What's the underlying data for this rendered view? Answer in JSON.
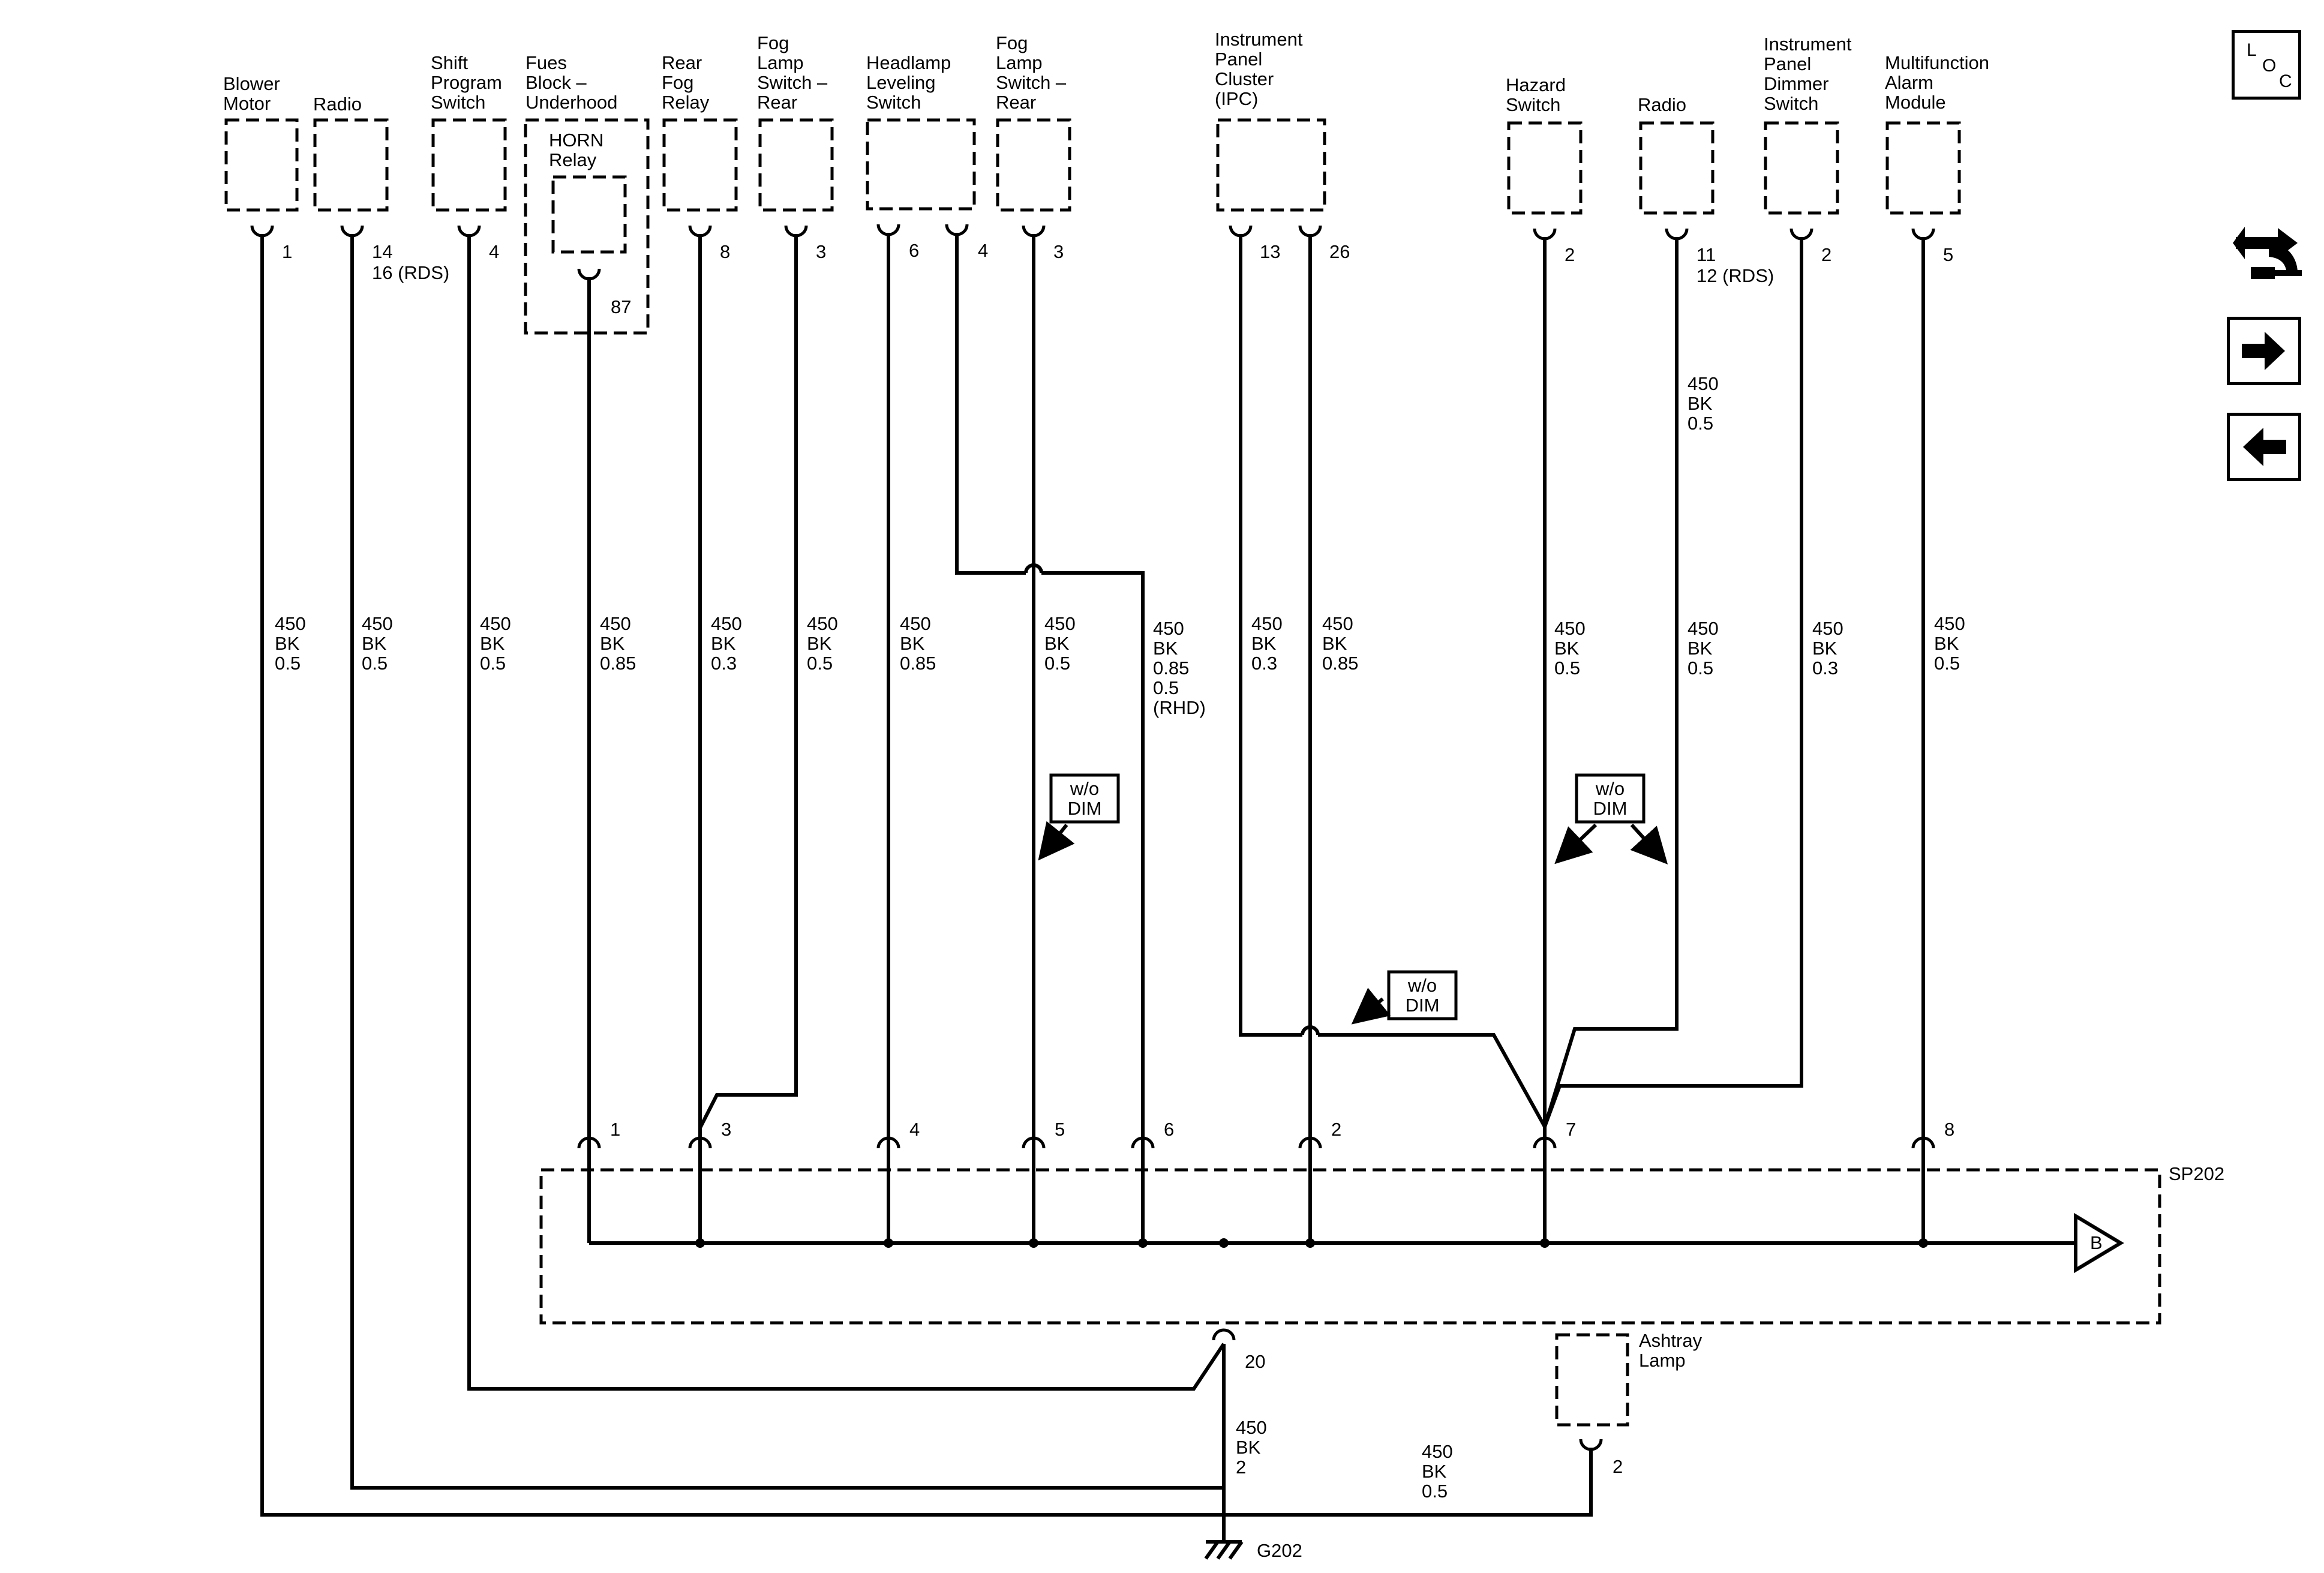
{
  "components": [
    {
      "key": "blower",
      "lines": [
        "Blower",
        "Motor"
      ],
      "pin": "1"
    },
    {
      "key": "radio-a",
      "lines": [
        "Radio"
      ],
      "pin": "14",
      "pin2": "16 (RDS)"
    },
    {
      "key": "shift",
      "lines": [
        "Shift",
        "Program",
        "Switch"
      ],
      "pin": "4"
    },
    {
      "key": "fuseblock",
      "lines": [
        "Fues",
        "Block –",
        "Underhood"
      ],
      "pin": "87",
      "inner": [
        "HORN",
        "Relay"
      ]
    },
    {
      "key": "rearfog",
      "lines": [
        "Rear",
        "Fog",
        "Relay"
      ],
      "pin": "8"
    },
    {
      "key": "fogsw",
      "lines": [
        "Fog",
        "Lamp",
        "Switch –",
        "Rear"
      ],
      "pin": "3"
    },
    {
      "key": "headlamp",
      "lines": [
        "Headlamp",
        "Leveling",
        "Switch"
      ],
      "pin": "6",
      "pin_b": "4"
    },
    {
      "key": "fogsw2",
      "lines": [
        "Fog",
        "Lamp",
        "Switch –",
        "Rear"
      ],
      "pin": "3"
    },
    {
      "key": "ipc",
      "lines": [
        "Instrument",
        "Panel",
        "Cluster",
        "(IPC)"
      ],
      "pin": "13",
      "pin_b": "26"
    },
    {
      "key": "hazard",
      "lines": [
        "Hazard",
        "Switch"
      ],
      "pin": "2"
    },
    {
      "key": "radio-b",
      "lines": [
        "Radio"
      ],
      "pin": "11",
      "pin2": "12 (RDS)"
    },
    {
      "key": "dimmer",
      "lines": [
        "Instrument",
        "Panel",
        "Dimmer",
        "Switch"
      ],
      "pin": "2"
    },
    {
      "key": "mfam",
      "lines": [
        "Multifunction",
        "Alarm",
        "Module"
      ],
      "pin": "5"
    },
    {
      "key": "ashtray",
      "lines": [
        "Ashtray",
        "Lamp"
      ],
      "pin": "2"
    }
  ],
  "wire_labels": [
    [
      "450",
      "BK",
      "0.5"
    ],
    [
      "450",
      "BK",
      "0.5"
    ],
    [
      "450",
      "BK",
      "0.5"
    ],
    [
      "450",
      "BK",
      "0.85"
    ],
    [
      "450",
      "BK",
      "0.3"
    ],
    [
      "450",
      "BK",
      "0.5"
    ],
    [
      "450",
      "BK",
      "0.85"
    ],
    [
      "450",
      "BK",
      "0.5"
    ],
    [
      "450",
      "BK",
      "0.85",
      "0.5",
      "(RHD)"
    ],
    [
      "450",
      "BK",
      "0.3"
    ],
    [
      "450",
      "BK",
      "0.85"
    ],
    [
      "450",
      "BK",
      "0.5"
    ],
    [
      "450",
      "BK",
      "0.5"
    ],
    [
      "450",
      "BK",
      "0.5"
    ],
    [
      "450",
      "BK",
      "0.3"
    ],
    [
      "450",
      "BK",
      "0.5"
    ],
    [
      "450",
      "BK",
      "2"
    ],
    [
      "450",
      "BK",
      "0.5"
    ]
  ],
  "splice": {
    "name": "SP202",
    "pins": [
      "1",
      "3",
      "4",
      "5",
      "6",
      "2",
      "7",
      "8"
    ],
    "bottom_pin": "20",
    "offpage": "B"
  },
  "options": {
    "dim_label": [
      "w/o",
      "DIM"
    ]
  },
  "ground": {
    "name": "G202"
  },
  "nav": {
    "loc": [
      "L",
      "O",
      "C"
    ],
    "icons": [
      "connector-view-icon",
      "next-page-icon",
      "previous-page-icon"
    ]
  }
}
